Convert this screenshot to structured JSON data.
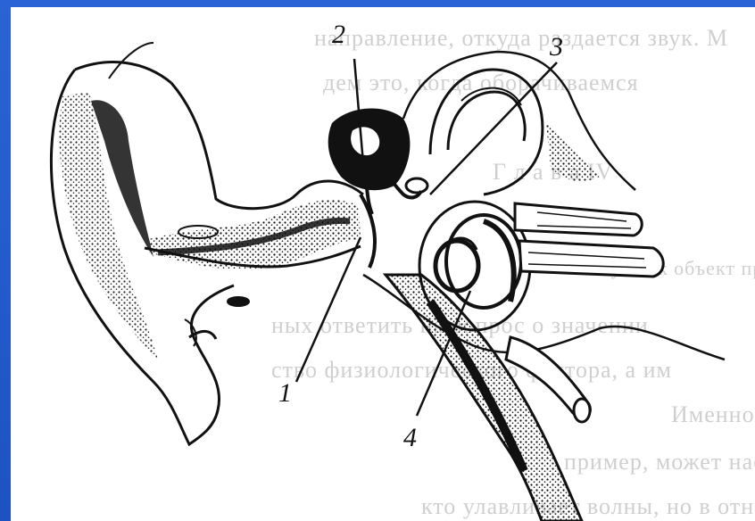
{
  "diagram": {
    "labels": [
      "1",
      "2",
      "3",
      "4"
    ]
  },
  "background_text": [
    "направление, откуда раздается звук. М",
    "дем это, когда оборачиваемся",
    "Г л а в а   IV",
    "Звук как объект пространства",
    "ных ответить на вопрос о значении",
    "ство физиологического фактора, а им",
    "Именно двухканальный слух дает",
    "пример, может настолько сильно звук",
    "кто улавливает волны, но в отношении муз"
  ],
  "colors": {
    "frame": "#1f56c8",
    "ink": "#111111",
    "ghost": "#cfcfcf"
  }
}
